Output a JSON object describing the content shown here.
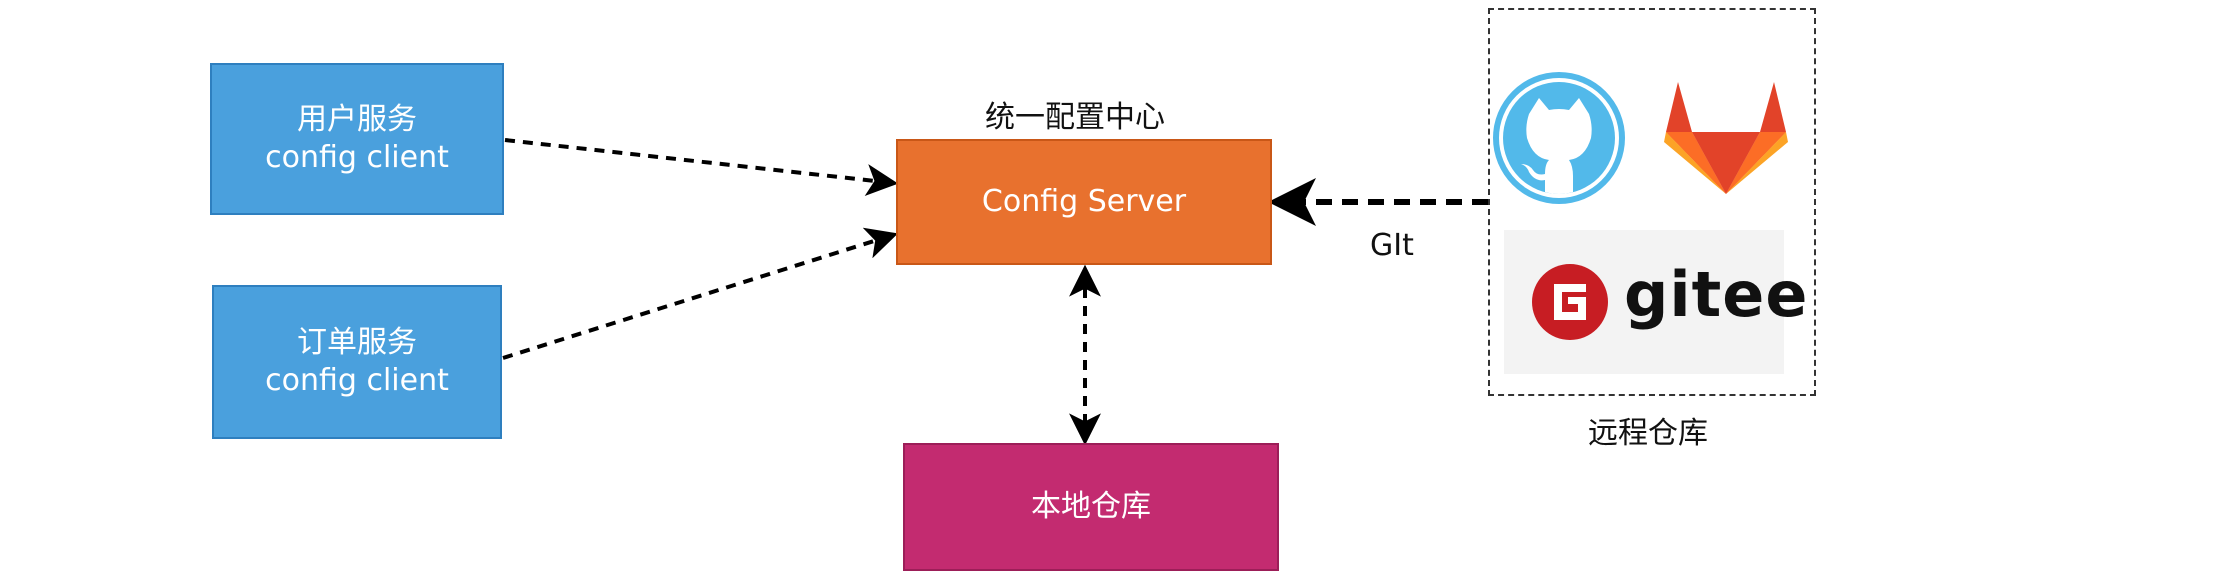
{
  "nodes": {
    "user_service": {
      "line1": "用户服务",
      "line2": "config client"
    },
    "order_service": {
      "line1": "订单服务",
      "line2": "config client"
    },
    "config_server": {
      "label": "Config Server",
      "caption": "统一配置中心"
    },
    "local_repo": {
      "label": "本地仓库"
    },
    "remote_repo": {
      "caption": "远程仓库"
    }
  },
  "edges": {
    "git_label": "GIt"
  },
  "logos": {
    "github": {
      "color": "#52b9ea"
    },
    "gitlab": {
      "colors": [
        "#e24329",
        "#fc6d26",
        "#fca326"
      ]
    },
    "gitee": {
      "text": "gitee",
      "color": "#c71d23"
    }
  },
  "colors": {
    "client_box": "#4aa0dd",
    "server_box": "#e8712e",
    "local_repo_box": "#c32b70"
  }
}
